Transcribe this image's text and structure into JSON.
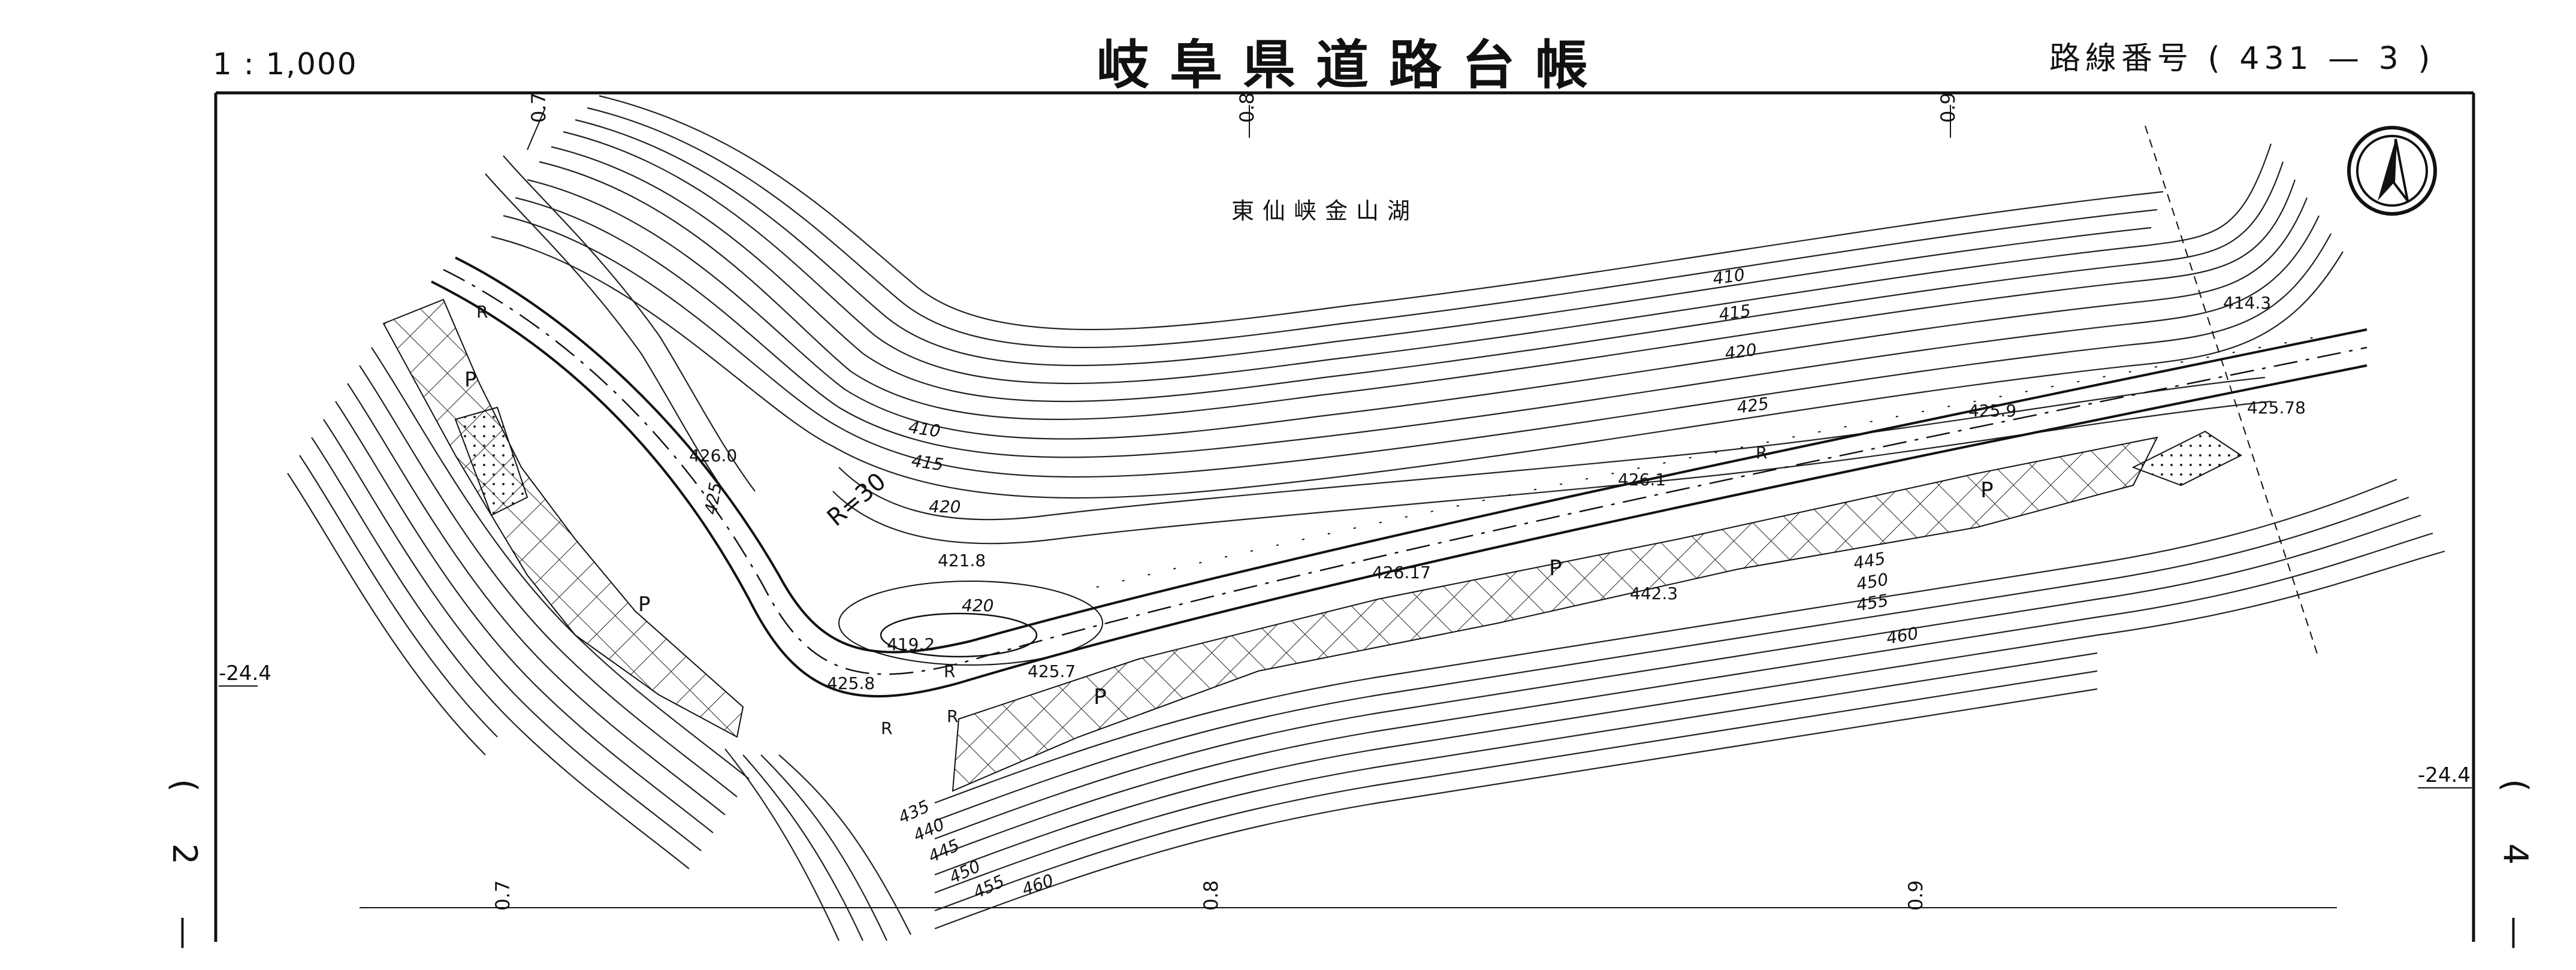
{
  "header": {
    "scale": "1 : 1,000",
    "title": "岐阜県道路台帳",
    "route_label": "路線番号",
    "route_number": "( 431 — 3 )"
  },
  "sheet_refs": {
    "left": "( 2 —",
    "right": "( 4 —"
  },
  "map": {
    "lake_name": "東仙峡金山湖",
    "grid_labels_top": [
      "0.7",
      "0.8",
      "0.9"
    ],
    "grid_labels_bottom": [
      "0.7",
      "0.8",
      "0.9"
    ],
    "side_labels": {
      "left": "-24.4",
      "right": "-24.4"
    },
    "contour_labels": [
      "410",
      "415",
      "420",
      "410",
      "415",
      "420",
      "425",
      "435",
      "440",
      "445",
      "450",
      "455",
      "460",
      "445",
      "450",
      "455",
      "460",
      "420",
      "425"
    ],
    "spot_heights": [
      "426.0",
      "421.8",
      "419.2",
      "425.8",
      "425.7",
      "426.17",
      "426.1",
      "442.3",
      "425.9",
      "425.78",
      "414.3"
    ],
    "curve_radius": "R=30",
    "road_markers": [
      "R",
      "R",
      "R",
      "R",
      "R",
      "P",
      "P",
      "P",
      "P",
      "P"
    ],
    "north_arrow": "north-arrow"
  }
}
